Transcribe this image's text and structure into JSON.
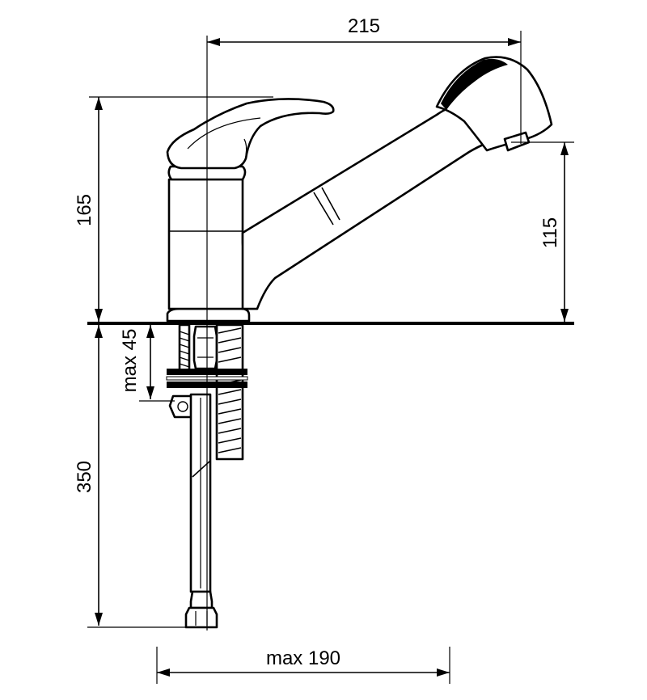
{
  "dimensions": {
    "width_top": "215",
    "height_total": "165",
    "spout_height": "115",
    "max_thickness": "max 45",
    "hose_length": "350",
    "max_reach_bottom": "max 190"
  },
  "colors": {
    "line": "#000000",
    "background": "#ffffff"
  }
}
